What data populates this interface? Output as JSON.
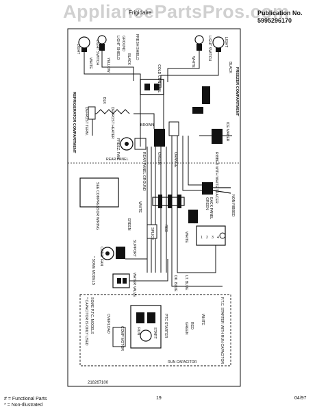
{
  "watermark": "AppliancePartsPros.com",
  "top_title": "Frigidaire",
  "publication": {
    "label": "Publication No.",
    "number": "5995296170"
  },
  "diagram_code": "218267100",
  "labels": {
    "light_left": "LIGHT",
    "white_left": "WHITE",
    "light_switch_left": "LIGHT SWITCH",
    "yellow": "YELLOW",
    "light_shield": "LIGHT SHIELD",
    "ground": "GROUND",
    "black_1": "BLACK",
    "fresh_shield": "FRESH SHIELD",
    "cold_control": "COLD CONTROL",
    "light_right": "LIGHT",
    "light_switch_right": "LIGHT SWITCH",
    "white_right": "WHITE",
    "black_right": "BLACK",
    "freezer_compartment": "FREEZER COMPARTMENT",
    "refrigerator_compartment": "REFRIGERATOR COMPARTMENT",
    "defrost_term": "DEFROST TERM.",
    "blk": "BLK",
    "defrost_heater": "DEFROST HEATER",
    "brown": "BROWN",
    "freezer_fan": "FREEZ. FAN",
    "ice_maker": "ICE MAKER",
    "ribbed_with_white_tracer": "RIBBED WITH WHITE TRACER",
    "rear_panel": "REAR PANEL",
    "rear_panel_ground": "REAR PANEL GROUND",
    "orange": "ORANGE",
    "green": "GREEN",
    "see_compressor_wiring": "SEE COMPRESSOR WIRING",
    "white_c": "WHITE",
    "splice": "SPLICE",
    "green_r": "GREEN",
    "red": "RED",
    "splice_2": "SPLICE",
    "ribbed_green": "GREEN",
    "non_ribbed": "NON RIBBED",
    "back_panel": "BACK PANEL",
    "white_r2": "WHITE",
    "support": "SUPPORT",
    "cond_fan": "COND. FAN",
    "some_models": "* SOME MODELS",
    "water_valve": "WATER VALVE",
    "dk_blue": "DK. BLUE",
    "lt_blue": "LT. BLUE",
    "capacitor_note_1": "* CAPACITOR IS ONLY USED",
    "capacitor_note_2": "SOME P.T.C. MODELS",
    "ptc_starter": "P.T.C. STARTER WITH RUN CAPACITOR",
    "overload": "OVERLOAD",
    "white_b": "WHITE",
    "red_b": "RED",
    "green_b": "GREEN",
    "comp_motor": "COMP MOTOR",
    "run": "RUN",
    "start": "START",
    "ptc": "PTC STARTER",
    "run_capacitor": "RUN CAPACITOR"
  },
  "footer": {
    "functional": "# = Functional Parts",
    "non_illustrated": "* = Non-Illustrated",
    "page": "19",
    "date": "04/97"
  }
}
